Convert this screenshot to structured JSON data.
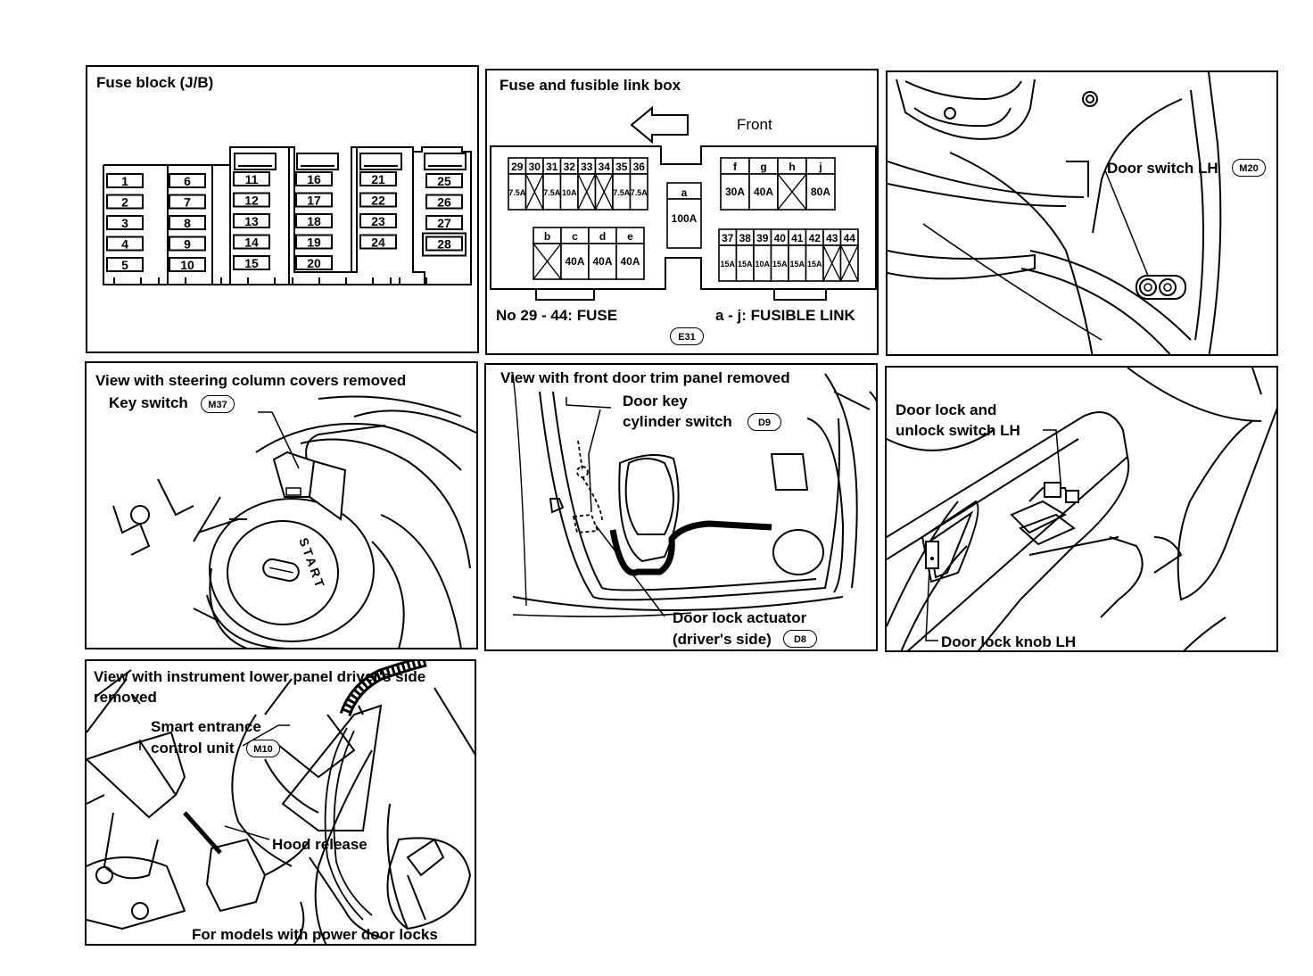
{
  "panels": {
    "fuse_block": {
      "title": "Fuse block (J/B)",
      "fuses": [
        "1",
        "2",
        "3",
        "4",
        "5",
        "6",
        "7",
        "8",
        "9",
        "10",
        "11",
        "12",
        "13",
        "14",
        "15",
        "16",
        "17",
        "18",
        "19",
        "20",
        "21",
        "22",
        "23",
        "24",
        "25",
        "26",
        "27",
        "28"
      ]
    },
    "fusible_link_box": {
      "title": "Fuse and fusible link box",
      "front_label": "Front",
      "fuse_row1_numbers": [
        "29",
        "30",
        "31",
        "32",
        "33",
        "34",
        "35",
        "36"
      ],
      "fuse_row1_ratings": [
        "7.5A",
        "",
        "7.5A",
        "10A",
        "",
        "",
        "7.5A",
        "7.5A"
      ],
      "link_a": {
        "letter": "a",
        "rating": "100A"
      },
      "links_fghj": [
        {
          "letter": "f",
          "rating": "30A"
        },
        {
          "letter": "g",
          "rating": "40A"
        },
        {
          "letter": "h",
          "rating": ""
        },
        {
          "letter": "j",
          "rating": "80A"
        }
      ],
      "links_bcde": [
        {
          "letter": "b",
          "rating": ""
        },
        {
          "letter": "c",
          "rating": "40A"
        },
        {
          "letter": "d",
          "rating": "40A"
        },
        {
          "letter": "e",
          "rating": "40A"
        }
      ],
      "fuse_row2_numbers": [
        "37",
        "38",
        "39",
        "40",
        "41",
        "42",
        "43",
        "44"
      ],
      "fuse_row2_ratings": [
        "15A",
        "15A",
        "10A",
        "15A",
        "15A",
        "15A",
        "",
        ""
      ],
      "legend_fuse": "No 29 - 44:  FUSE",
      "legend_link": "a - j:  FUSIBLE LINK",
      "connector": "E31"
    },
    "door_switch": {
      "label": "Door switch LH",
      "connector": "M20"
    },
    "steering": {
      "title": "View with steering column covers removed",
      "key_switch_label": "Key switch",
      "connector": "M37",
      "start_text": "START"
    },
    "front_door": {
      "title": "View with front door trim panel removed",
      "key_cyl_line1": "Door key",
      "key_cyl_line2": "cylinder switch",
      "key_cyl_connector": "D9",
      "actuator_line1": "Door lock actuator",
      "actuator_line2": "(driver's side)",
      "actuator_connector": "D8"
    },
    "door_lock": {
      "switch_line1": "Door lock and",
      "switch_line2": "unlock switch LH",
      "knob_label": "Door lock knob LH"
    },
    "instrument": {
      "title_line1": "View with instrument lower panel driver's side",
      "title_line2": "removed",
      "unit_line1": "Smart entrance",
      "unit_line2": "control unit",
      "connector": "M10",
      "hood_release": "Hood release",
      "footnote": "For models with power door locks"
    }
  }
}
